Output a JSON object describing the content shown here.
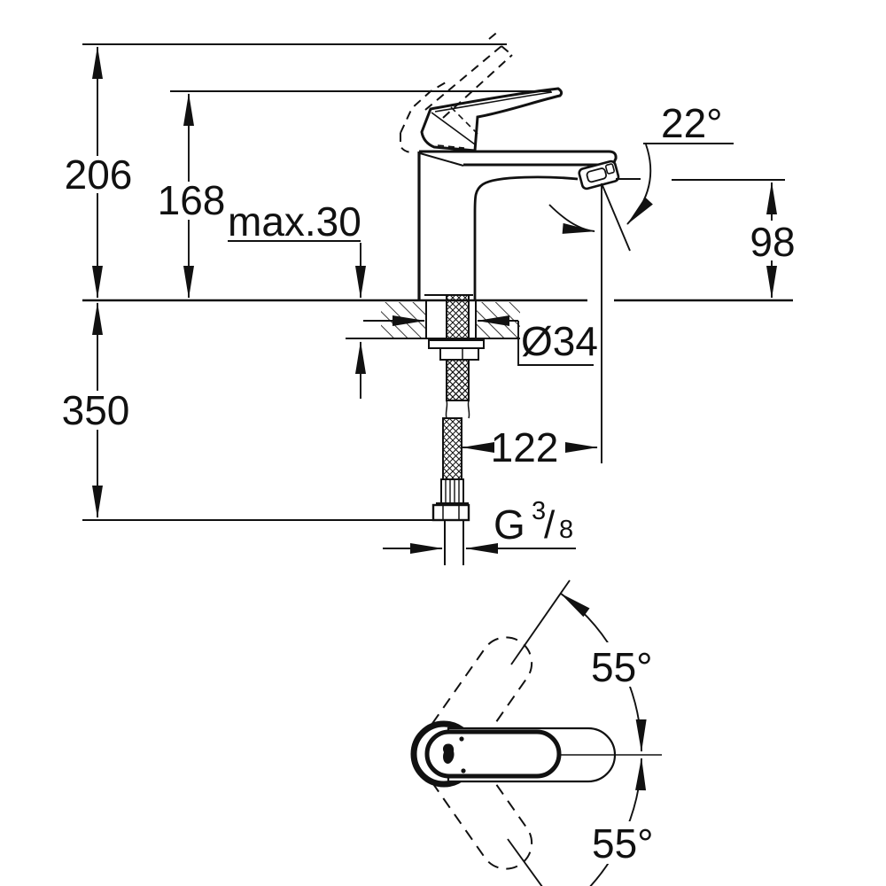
{
  "drawing": {
    "dimensions": {
      "height_total": "206",
      "height_spout_top": "168",
      "deck_max_thickness": "max.30",
      "spray_angle": "22°",
      "spout_height": "98",
      "hose_clearance": "350",
      "hole_diameter": "Ø34",
      "spout_reach": "122",
      "thread_g": "G",
      "thread_sup": "3",
      "thread_slash": "/",
      "thread_sub": "8",
      "swivel_upper": "55°",
      "swivel_lower": "55°"
    },
    "colors": {
      "line": "#111111",
      "background": "#ffffff"
    }
  }
}
